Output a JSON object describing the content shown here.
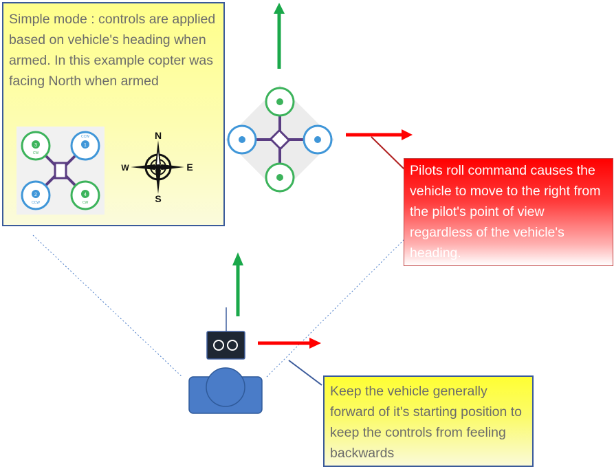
{
  "simple_mode_note": {
    "text": "Simple mode : controls are applied based on vehicle's heading when armed.  In this example copter was facing North when armed"
  },
  "roll_note": {
    "text": "Pilots roll command causes the vehicle to move to the right from the pilot's point of view regardless of the vehicle's heading."
  },
  "keep_note": {
    "text": "Keep the vehicle generally forward of it's starting position to keep the controls from feeling backwards"
  },
  "compass": {
    "n": "N",
    "e": "E",
    "s": "S",
    "w": "W"
  },
  "motor_labels": {
    "cw": "CW",
    "ccw": "CCW",
    "m1": "1",
    "m2": "2",
    "m3": "3",
    "m4": "4"
  },
  "colors": {
    "forward_arrow": "#1aa84a",
    "roll_arrow": "#ff0000",
    "cw_motor": "#3cb35b",
    "ccw_motor": "#3f96d8",
    "frame": "#5a3d82",
    "pilot": "#4a7cc8"
  }
}
